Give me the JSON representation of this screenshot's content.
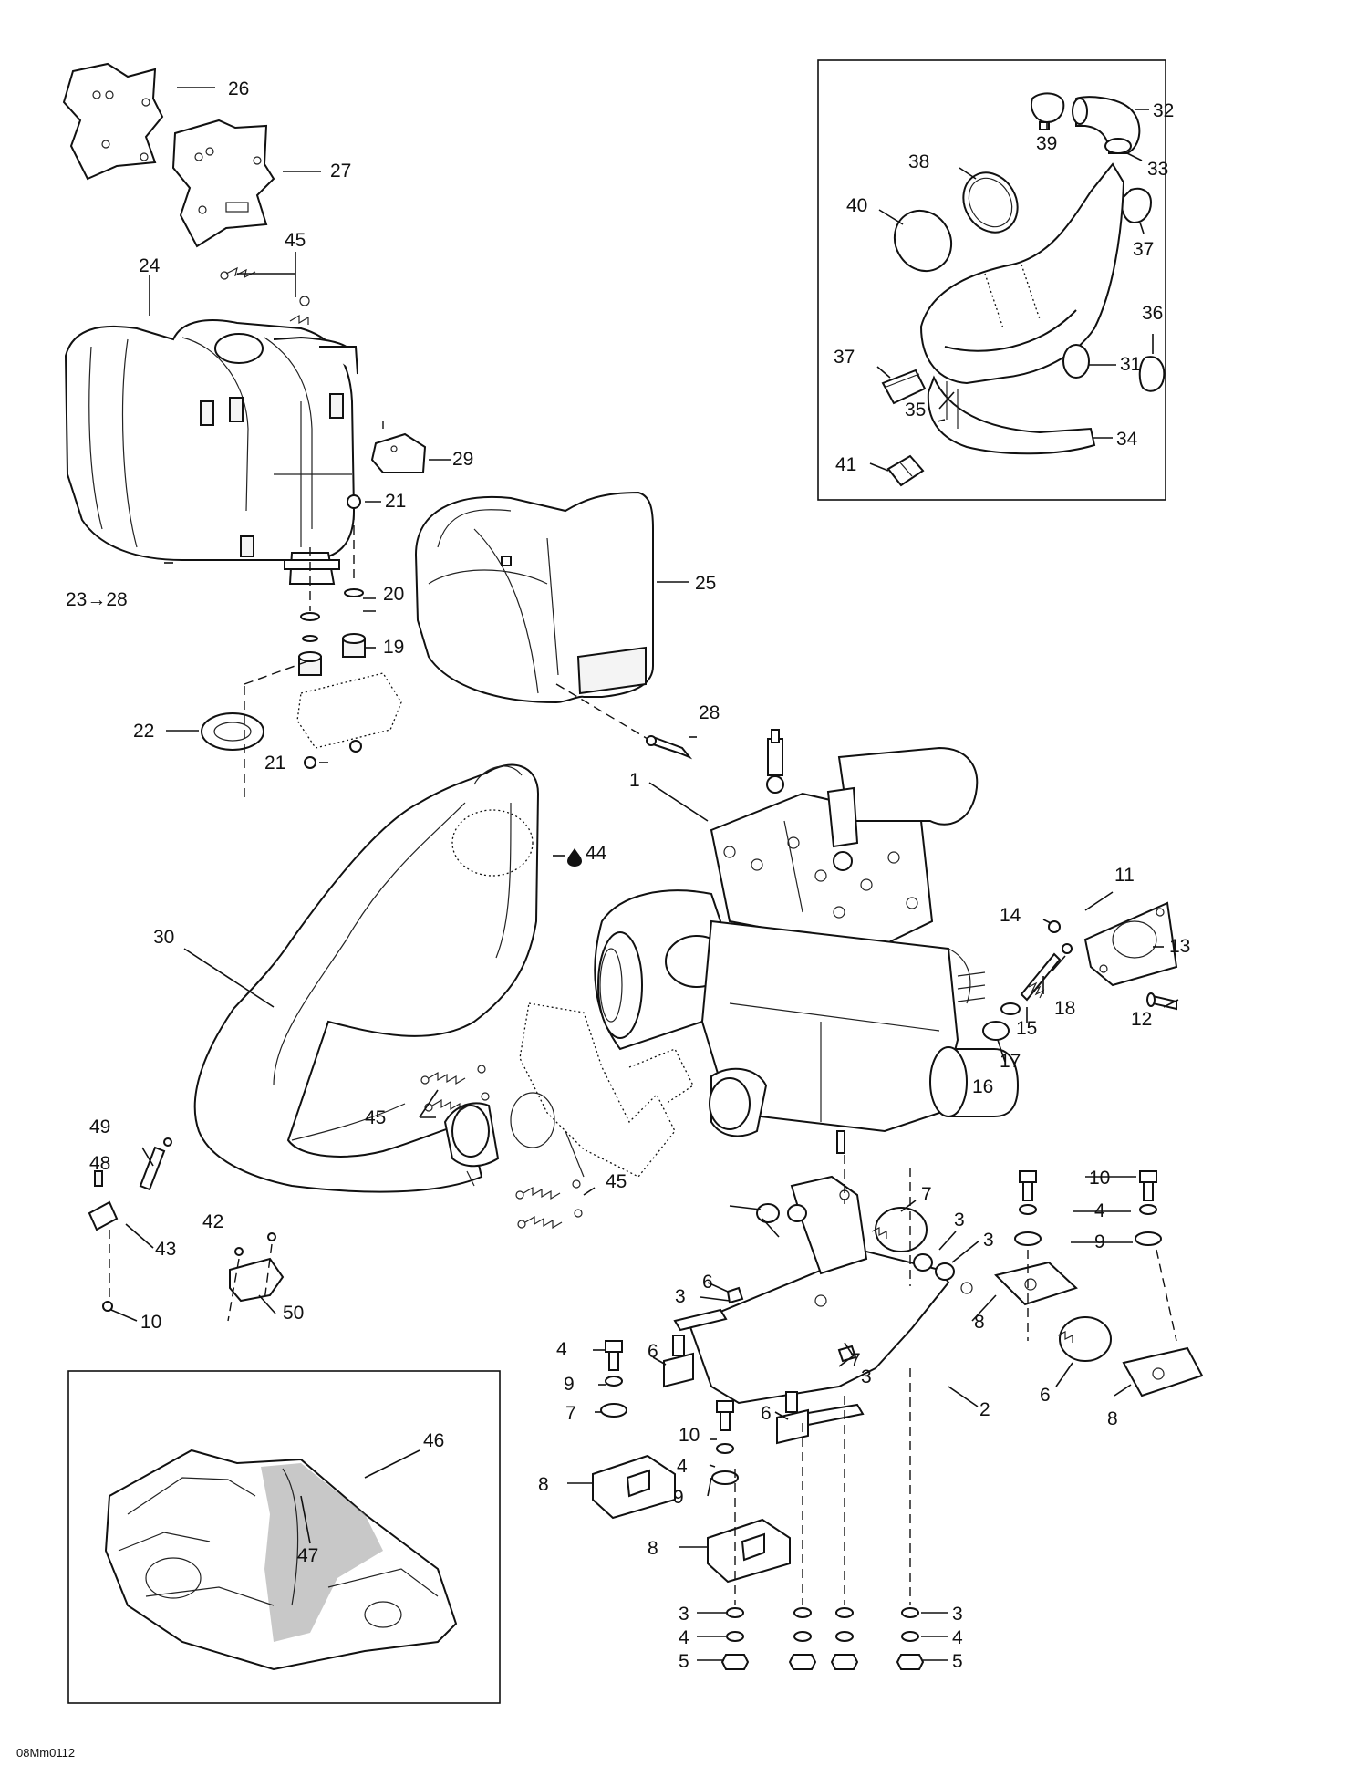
{
  "drawing_code": "08Mm0112",
  "callouts": [
    "26",
    "27",
    "24",
    "45",
    "29",
    "21",
    "20",
    "19",
    "22",
    "21",
    "23→28",
    "25",
    "28",
    "1",
    "44",
    "30",
    "11",
    "14",
    "13",
    "18",
    "15",
    "12",
    "17",
    "16",
    "45",
    "45",
    "45",
    "49",
    "48",
    "43",
    "42",
    "50",
    "10",
    "10",
    "4",
    "4",
    "9",
    "9",
    "7",
    "6",
    "7",
    "3",
    "3",
    "7",
    "3",
    "8",
    "8",
    "6",
    "10",
    "6",
    "7",
    "4",
    "3",
    "9",
    "8",
    "10",
    "6",
    "4",
    "9",
    "8",
    "2",
    "3",
    "3",
    "3",
    "4",
    "4",
    "4",
    "5",
    "5",
    "5",
    "46",
    "47",
    "32",
    "39",
    "38",
    "33",
    "40",
    "37",
    "36",
    "37",
    "31",
    "35",
    "34",
    "41"
  ]
}
